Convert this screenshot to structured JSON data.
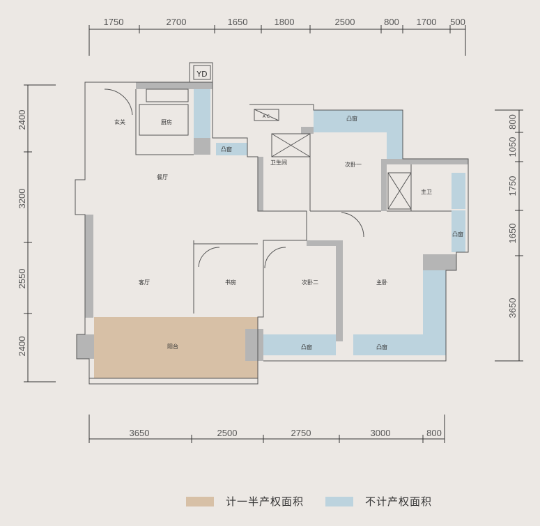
{
  "dimensions": {
    "top": [
      "1750",
      "2700",
      "1650",
      "1800",
      "2500",
      "800",
      "1700",
      "500"
    ],
    "bottom": [
      "3650",
      "2500",
      "2750",
      "3000",
      "800"
    ],
    "left": [
      "2400",
      "3200",
      "2550",
      "2400"
    ],
    "right": [
      "800",
      "1050",
      "1750",
      "1650",
      "3650"
    ]
  },
  "rooms": {
    "foyer": "玄关",
    "kitchen": "厨房",
    "dining": "餐厅",
    "bathroom": "卫生间",
    "bedroom2": "次卧一",
    "master_bath": "主卫",
    "living": "客厅",
    "study": "书房",
    "bedroom3": "次卧二",
    "master_bedroom": "主卧",
    "balcony": "阳台",
    "bay_window": "凸窗",
    "ac_unit": "A C",
    "yd": "YD"
  },
  "legend": [
    {
      "label": "计一半产权面积",
      "color": "#d7c0a6"
    },
    {
      "label": "不计产权面积",
      "color": "#bcd3de"
    }
  ],
  "colors": {
    "wall": "#b5b5b5",
    "outline": "#555555",
    "background": "#ece8e4"
  }
}
